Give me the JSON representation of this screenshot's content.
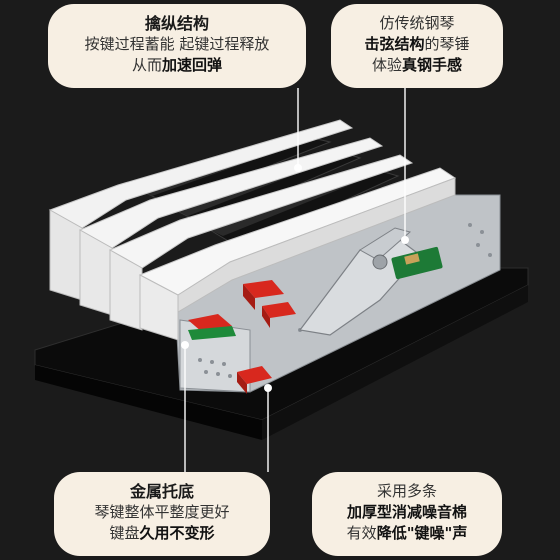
{
  "callouts": {
    "top_left": {
      "title": "擒纵结构",
      "line1": "按键过程蓄能 起键过程释放",
      "line2_a": "从而",
      "line2_b": "加速回弹"
    },
    "top_right": {
      "line1": "仿传统钢琴",
      "line2_a": "击弦结构",
      "line2_b": "的琴锤",
      "line3_a": "体验",
      "line3_b": "真钢手感"
    },
    "bottom_left": {
      "title": "金属托底",
      "line1": "琴键整体平整度更好",
      "line2_a": "键盘",
      "line2_b": "久用不变形"
    },
    "bottom_right": {
      "line1": "采用多条",
      "line2": "加厚型消减噪音棉",
      "line3_a": "有效",
      "line3_b": "降低\"键噪\"声"
    }
  },
  "colors": {
    "background": "#1b1b1b",
    "callout_bg": "#f7efe3",
    "felt_red": "#d8281e",
    "felt_green": "#1e8a3a",
    "key_white": "#f4f4f4",
    "key_black": "#111111"
  }
}
